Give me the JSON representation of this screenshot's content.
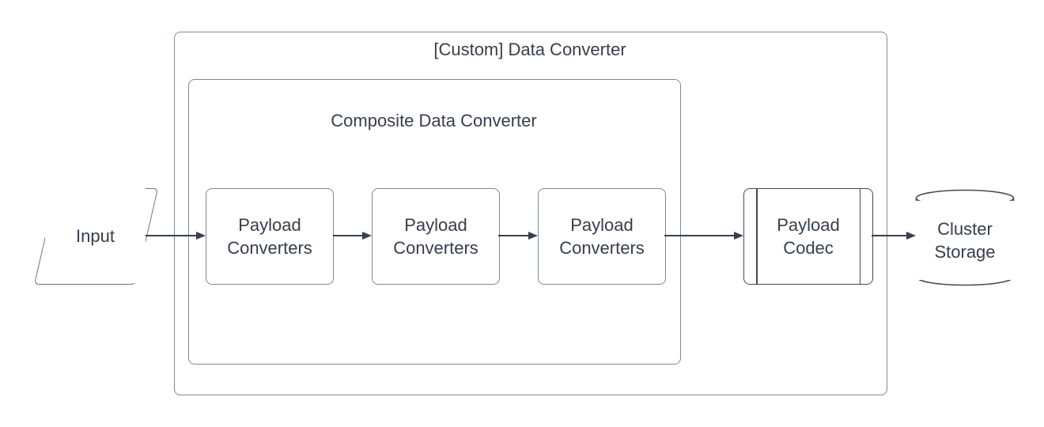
{
  "groups": {
    "custom_converter": {
      "title": "[Custom] Data Converter"
    },
    "composite_converter": {
      "title": "Composite Data Converter"
    }
  },
  "nodes": {
    "input": {
      "label": "Input",
      "shape": "parallelogram"
    },
    "payload_converter_1": {
      "label": "Payload Converters",
      "shape": "rounded-rect"
    },
    "payload_converter_2": {
      "label": "Payload Converters",
      "shape": "rounded-rect"
    },
    "payload_converter_3": {
      "label": "Payload Converters",
      "shape": "rounded-rect"
    },
    "payload_codec": {
      "label": "Payload Codec",
      "shape": "subroutine"
    },
    "cluster_storage": {
      "label": "Cluster Storage",
      "shape": "cylinder"
    }
  },
  "edges": [
    {
      "from": "input",
      "to": "payload_converter_1"
    },
    {
      "from": "payload_converter_1",
      "to": "payload_converter_2"
    },
    {
      "from": "payload_converter_2",
      "to": "payload_converter_3"
    },
    {
      "from": "payload_converter_3",
      "to": "payload_codec"
    },
    {
      "from": "payload_codec",
      "to": "cluster_storage"
    }
  ],
  "colors": {
    "background": "#ffffff",
    "container_stroke": "#818893",
    "node_stroke": "#818893",
    "accent_stroke": "#414b59",
    "arrow": "#39404d",
    "text": "#363e4b"
  }
}
